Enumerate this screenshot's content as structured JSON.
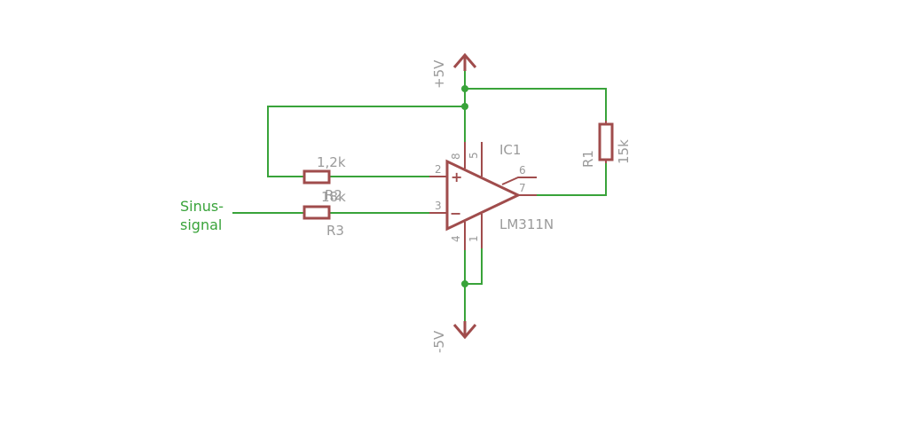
{
  "supply": {
    "positive": "+5V",
    "negative": "-5V"
  },
  "input_label": {
    "line1": "Sinus-",
    "line2": "signal"
  },
  "ic": {
    "name": "IC1",
    "value": "LM311N",
    "pins": {
      "p2": "2",
      "p3": "3",
      "p4": "4",
      "p1": "1",
      "p5": "5",
      "p6": "6",
      "p7": "7",
      "p8": "8"
    },
    "plus_sign": "+",
    "minus_sign": "−"
  },
  "resistors": {
    "r1": {
      "name": "R1",
      "value": "15k"
    },
    "r2": {
      "name": "R2",
      "value": "1,2k"
    },
    "r3": {
      "name": "R3",
      "value": "18k"
    }
  },
  "colors": {
    "wire": "#39a33a",
    "part": "#a04c4c",
    "label": "#9a9a9a"
  }
}
